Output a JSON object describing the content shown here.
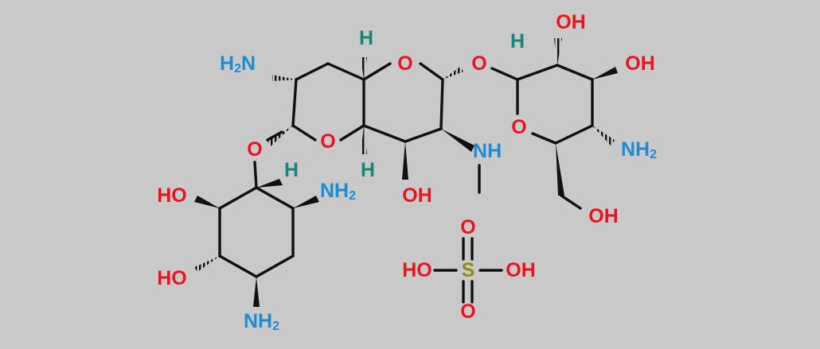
{
  "colors": {
    "background": "#c9c9c9",
    "bond": "#111111",
    "oxygen": "#e8141e",
    "nitrogen": "#1e8bd2",
    "hydrogen": "#15867c",
    "sulfur": "#8c8c14"
  },
  "labels": {
    "oh": "OH",
    "ho": "HO",
    "o": "O",
    "h": "H",
    "n": "N",
    "nh_h": "H",
    "s": "S",
    "nh2_n": "NH",
    "h2n_h": "H",
    "h2n_n": "N",
    "sub2": "2"
  }
}
